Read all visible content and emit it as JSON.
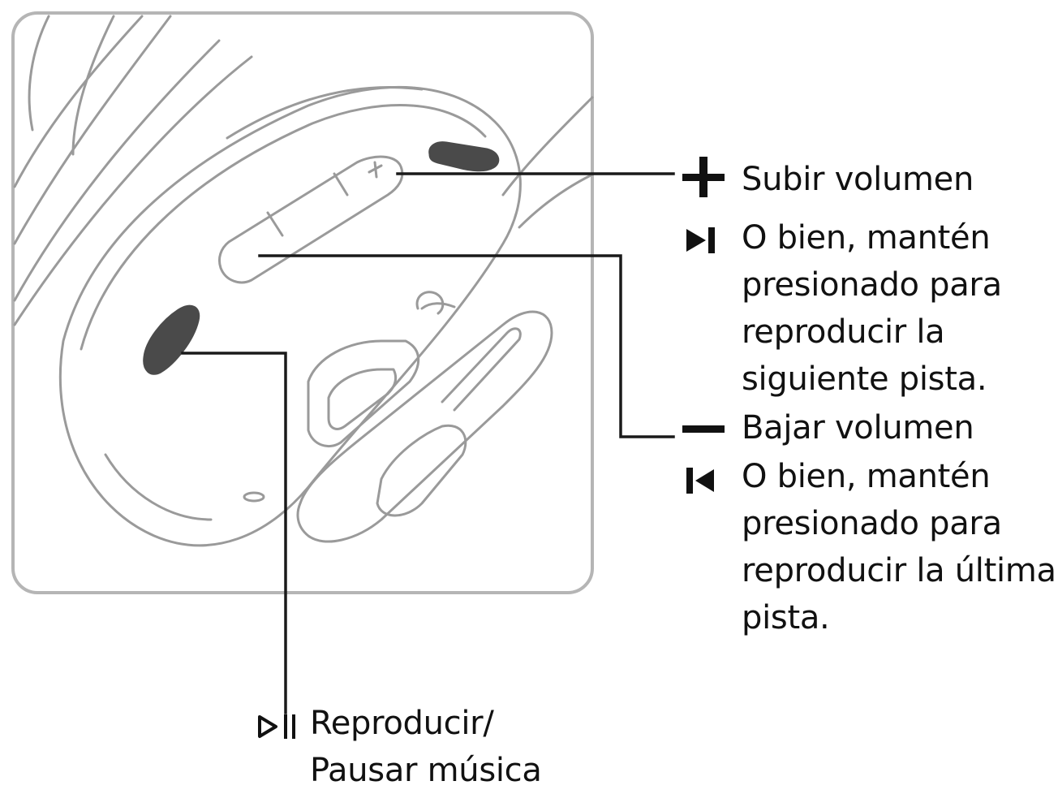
{
  "labels": {
    "volume_up": "Subir volumen",
    "next_track": {
      "lines": [
        "O bien, mantén",
        "presionado para",
        "reproducir la",
        "siguiente pista."
      ]
    },
    "volume_down": "Bajar volumen",
    "previous_track": {
      "lines": [
        "O bien, mantén",
        "presionado para",
        "reproducir la última",
        "pista."
      ]
    },
    "play_pause": {
      "lines": [
        "Reproducir/",
        "Pausar música"
      ]
    }
  },
  "icons": {
    "volume_up": "plus-icon",
    "next_track": "next-track-icon",
    "volume_down": "minus-icon",
    "previous_track": "previous-track-icon",
    "play_pause": "play-pause-icon"
  },
  "colors": {
    "ink": "#1a1a1a",
    "line_art": "#9a9a9a",
    "button_fill": "#4a4a4a",
    "frame": "#b5b5b5"
  }
}
